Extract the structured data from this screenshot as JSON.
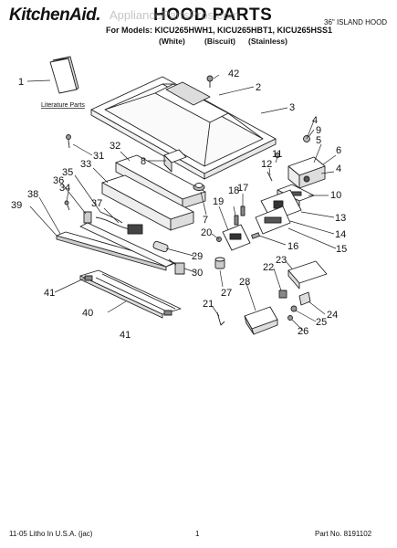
{
  "header": {
    "brand": "KitchenAid.",
    "title": "HOOD PARTS",
    "subtitle": "36\" ISLAND HOOD",
    "models": "For Models: KICU265HWH1, KICU265HBT1, KICU265HSS1",
    "finishes": [
      "(White)",
      "(Biscuit)",
      "(Stainless)"
    ]
  },
  "watermark": "AppliancePartsPros.com",
  "literature_label": "Literature Parts",
  "callouts": [
    "1",
    "2",
    "3",
    "4",
    "5",
    "6",
    "4",
    "7",
    "8",
    "9",
    "10",
    "11",
    "12",
    "13",
    "14",
    "15",
    "16",
    "17",
    "18",
    "19",
    "20",
    "21",
    "22",
    "23",
    "24",
    "25",
    "26",
    "27",
    "28",
    "29",
    "30",
    "31",
    "32",
    "33",
    "34",
    "35",
    "36",
    "37",
    "38",
    "39",
    "40",
    "41",
    "41",
    "42"
  ],
  "footer": {
    "left": "11-05 Litho In U.S.A. (jac)",
    "center": "1",
    "right": "Part No. 8191102"
  }
}
